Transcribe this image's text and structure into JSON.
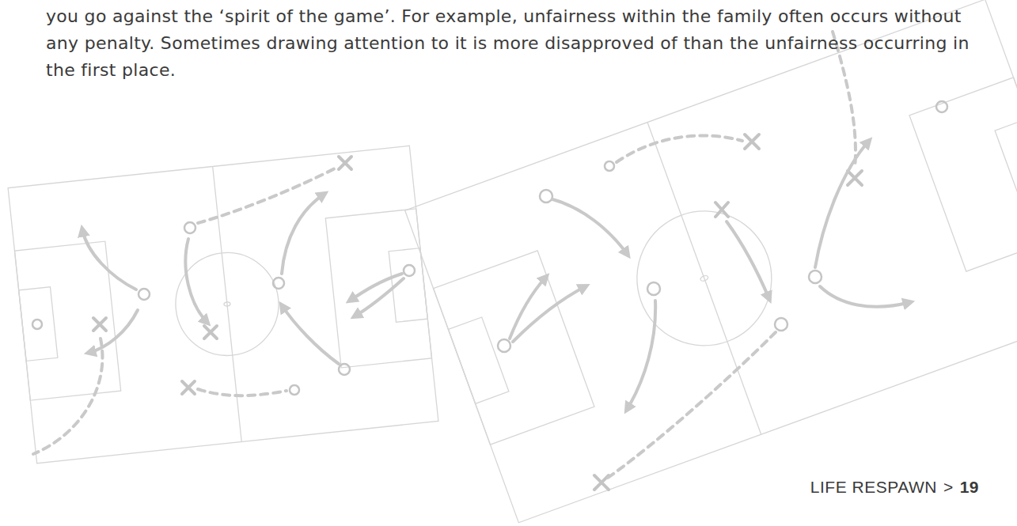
{
  "diagram": {
    "labels": [
      "you go against the ‘spirit of the game’. For example, unfairness within the family often occurs without any penalty. Sometimes drawing attention to it is more disapproved of than the unfairness occurring in the first place.",
      "LIFE RESPAWN",
      ">",
      "19"
    ]
  }
}
